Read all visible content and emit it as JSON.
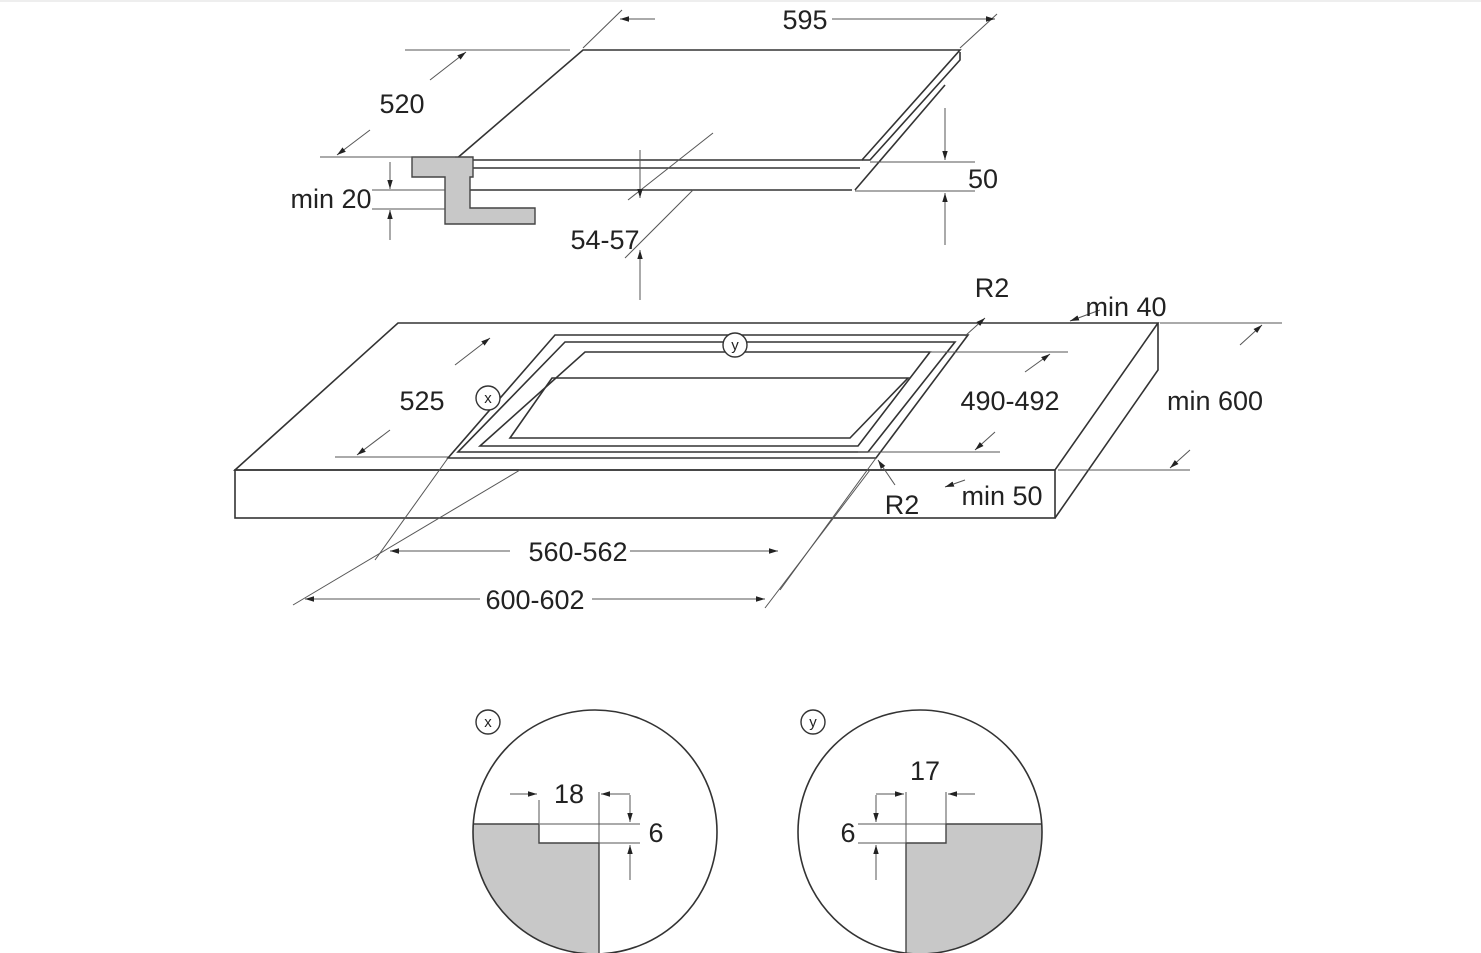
{
  "hob": {
    "width": "595",
    "depth": "520",
    "height": "50",
    "min_depth_gap": "min 20",
    "insert_depth": "54-57"
  },
  "cutout": {
    "radius_back": "R2",
    "radius_front": "R2",
    "min_back": "min 40",
    "depth": "490-492",
    "countertop_depth": "min 600",
    "min_front": "min 50",
    "width_inner": "560-562",
    "width_outer": "600-602",
    "outer_depth": "525",
    "marker_x": "x",
    "marker_y": "y"
  },
  "detail_x": {
    "label": "x",
    "width": "18",
    "height": "6"
  },
  "detail_y": {
    "label": "y",
    "width": "17",
    "height": "6"
  },
  "colors": {
    "line": "#333333",
    "shade": "#c8c8c8"
  }
}
